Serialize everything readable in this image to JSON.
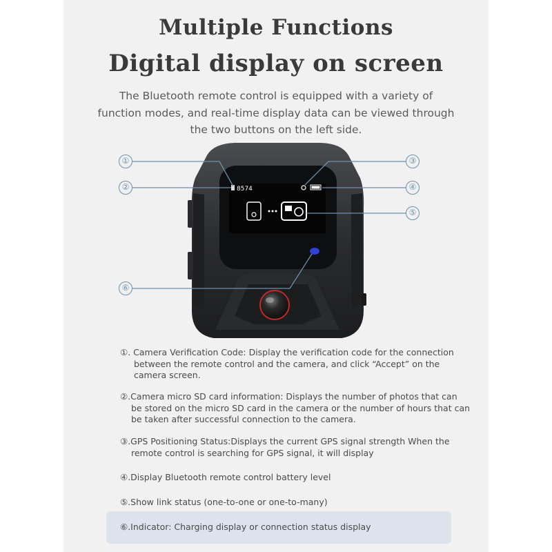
{
  "header": {
    "title_line1": "Multiple Functions",
    "title_line2": "Digital display on screen",
    "intro": "The Bluetooth remote control is equipped with a variety of function modes, and real-time display data can be viewed through the two buttons on the left side."
  },
  "screen": {
    "code": "8574"
  },
  "callouts": [
    "①",
    "②",
    "③",
    "④",
    "⑤",
    "⑥"
  ],
  "items": [
    {
      "first": "①. Camera Verification Code: Display the verification code for the connection",
      "rest": [
        "between the remote control and the camera, and click “Accept” on the",
        "camera screen."
      ]
    },
    {
      "first": "②.Camera micro SD card information: Displays the number of photos that can",
      "rest": [
        "be stored on the micro SD card in the camera or the number of hours that can",
        "be taken after successful connection to the camera."
      ]
    },
    {
      "first": "③.GPS Positioning Status:Displays the current GPS signal strength When the",
      "rest": [
        "remote control is searching for GPS signal, it will display"
      ]
    },
    {
      "first": "④.Display Bluetooth remote control battery level",
      "rest": []
    },
    {
      "first": "⑤.Show link status (one-to-one or one-to-many)",
      "rest": []
    },
    {
      "first": "⑥.Indicator: Charging display or connection status display",
      "rest": []
    }
  ],
  "colors": {
    "accent": "#6e8fad",
    "indicator": "#3040d8",
    "highlight": "#dde2ec"
  }
}
